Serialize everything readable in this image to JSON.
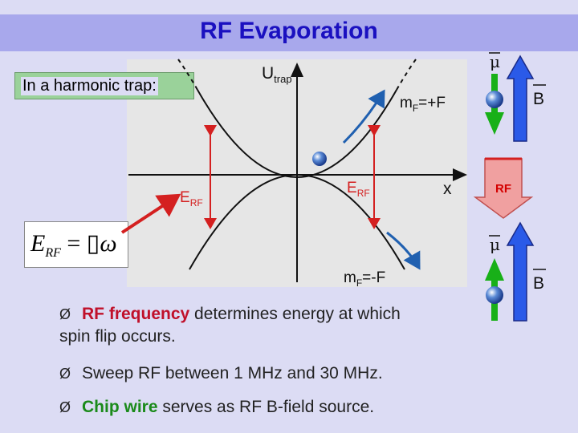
{
  "slide": {
    "title": "RF Evaporation",
    "trap_label": "In a harmonic trap:",
    "formula": {
      "lhs": "E",
      "lhs_sub": "RF",
      "eq": " = ",
      "glyph": "▯",
      "omega": "ω"
    }
  },
  "diagram": {
    "axis_y_label": "U",
    "axis_y_label_sub": "trap",
    "axis_x_label": "x",
    "upper_curve_label": "m",
    "upper_curve_label_sub": "F",
    "upper_curve_label_tail": "=+F",
    "lower_curve_label": "m",
    "lower_curve_label_sub": "F",
    "lower_curve_label_tail": "=-F",
    "erf_left": "E",
    "erf_left_sub": "RF",
    "erf_right": "E",
    "erf_right_sub": "RF"
  },
  "spin_top": {
    "mu": "μ",
    "b": "B"
  },
  "rf_arrow_label": "RF",
  "spin_bottom": {
    "mu": "μ",
    "b": "B"
  },
  "bullets": [
    {
      "marker": "Ø",
      "highlight": "RF frequency",
      "rest_line1": " determines energy at which",
      "rest_line2": "spin flip occurs."
    },
    {
      "marker": "Ø",
      "text": "Sweep RF between 1 MHz and 30 MHz."
    },
    {
      "marker": "Ø",
      "highlight": "Chip wire",
      "rest_line1": " serves as RF B-field source."
    }
  ],
  "colors": {
    "title": "#1a10c0",
    "title_bar": "#a8a8ec",
    "background": "#dcdcf4",
    "erf_arrow": "#d42020",
    "curve_arrow": "#2060b0",
    "spin_arrow": "#18b018",
    "b_arrow": "#2a5ae8",
    "rf_arrow_fill": "#f0a0a0"
  }
}
